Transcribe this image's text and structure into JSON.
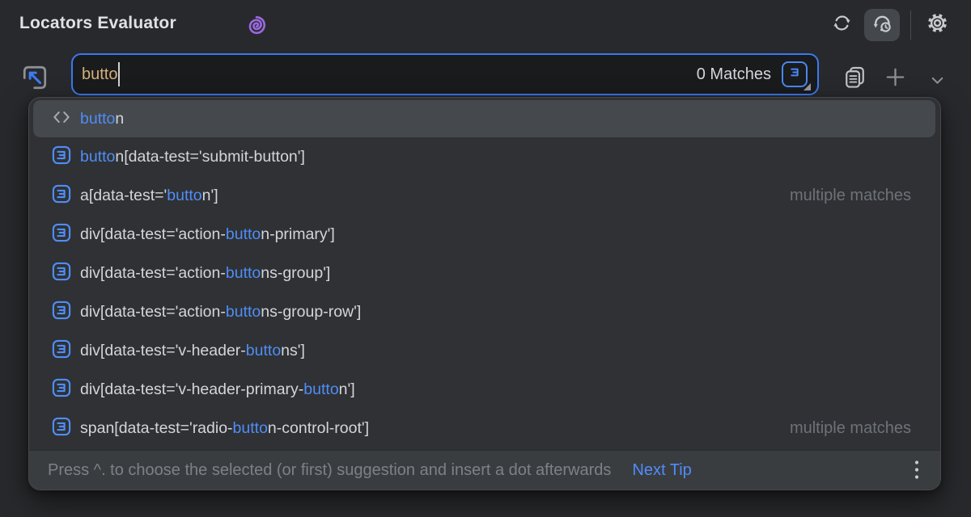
{
  "title": "Locators Evaluator",
  "header": {
    "logo_icon": "spiral-logo",
    "refresh_icon": "refresh",
    "auto_refresh_icon": "refresh-with-clock",
    "settings_icon": "gear"
  },
  "search": {
    "value": "butto",
    "matches": "0 Matches",
    "locator_type_icon": "css-selector",
    "pick_icon": "pick-element",
    "copy_icon": "copy-list",
    "add_icon": "plus",
    "collapse_icon": "chevron-down"
  },
  "suggestions": [
    {
      "icon": "tag",
      "pre": "",
      "match": "butto",
      "post": "n",
      "note": "",
      "selected": true
    },
    {
      "icon": "css",
      "pre": "",
      "match": "butto",
      "post": "n[data-test='submit-button']",
      "note": "",
      "selected": false
    },
    {
      "icon": "css",
      "pre": "a[data-test='",
      "match": "butto",
      "post": "n']",
      "note": "multiple matches",
      "selected": false
    },
    {
      "icon": "css",
      "pre": "div[data-test='action-",
      "match": "butto",
      "post": "n-primary']",
      "note": "",
      "selected": false
    },
    {
      "icon": "css",
      "pre": "div[data-test='action-",
      "match": "butto",
      "post": "ns-group']",
      "note": "",
      "selected": false
    },
    {
      "icon": "css",
      "pre": "div[data-test='action-",
      "match": "butto",
      "post": "ns-group-row']",
      "note": "",
      "selected": false
    },
    {
      "icon": "css",
      "pre": "div[data-test='v-header-",
      "match": "butto",
      "post": "ns']",
      "note": "",
      "selected": false
    },
    {
      "icon": "css",
      "pre": "div[data-test='v-header-primary-",
      "match": "butto",
      "post": "n']",
      "note": "",
      "selected": false
    },
    {
      "icon": "css",
      "pre": "span[data-test='radio-",
      "match": "butto",
      "post": "n-control-root']",
      "note": "multiple matches",
      "selected": false
    }
  ],
  "hint": {
    "text": "Press ^. to choose the selected (or first) suggestion and insert a dot afterwards",
    "link": "Next Tip",
    "menu_icon": "kebab-menu"
  },
  "colors": {
    "panel_bg": "#28292c",
    "popup_bg": "#2f3134",
    "selected_row_bg": "#45484c",
    "hint_bar_bg": "#3a3d40",
    "input_bg": "#191b1d",
    "focus_border": "#3b79f1",
    "match_blue": "#4f8df7",
    "typed_text": "#d3b079",
    "text_primary": "#dfe1e5",
    "text_muted": "#6e7277",
    "logo_purple": "#9a69e0"
  }
}
